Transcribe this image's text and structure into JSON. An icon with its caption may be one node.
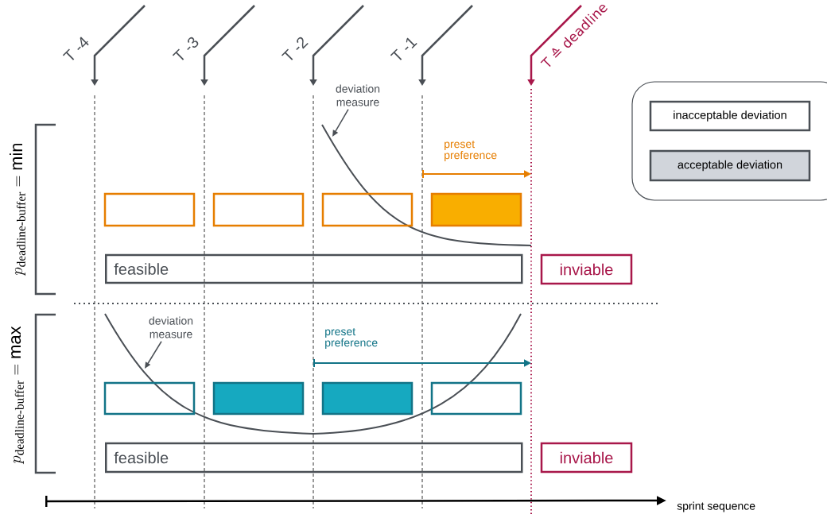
{
  "diagram": {
    "nodes": [
      {
        "text": [
          "deviation measure"
        ]
      },
      {
        "text": [],
        "shape": "box"
      },
      {
        "text": [],
        "shape": "box"
      },
      {
        "text": [],
        "shape": "box"
      },
      {
        "text": [],
        "shape": "box"
      },
      {
        "text": [
          "feasible"
        ]
      },
      {
        "text": [
          "inviable"
        ]
      },
      {
        "text": [
          "deviation measure"
        ]
      },
      {
        "text": [],
        "shape": "box"
      },
      {
        "text": [],
        "shape": "box"
      },
      {
        "text": [],
        "shape": "box"
      },
      {
        "text": [],
        "shape": "box"
      },
      {
        "text": [
          "feasible"
        ]
      },
      {
        "text": [
          "inviable"
        ]
      }
    ],
    "edges": [
      {
        "from": 0,
        "to": null,
        "arrow": "to"
      },
      {
        "from": 7,
        "to": null,
        "arrow": "to"
      }
    ],
    "labels": [
      "T -4",
      "T -3",
      "T -2",
      "T -1",
      "T ≙ deadline",
      "preset preference",
      "p_{\\text{deadline-buffer}} = \\min",
      "preset preference",
      "p_{\\text{deadline-buffer}} = \\max",
      "sprint sequence"
    ],
    "legend": [
      {
        "text": "inacceptable deviation"
      },
      {
        "text": "acceptable deviation",
        "color": "#d1d5db"
      }
    ]
  }
}
